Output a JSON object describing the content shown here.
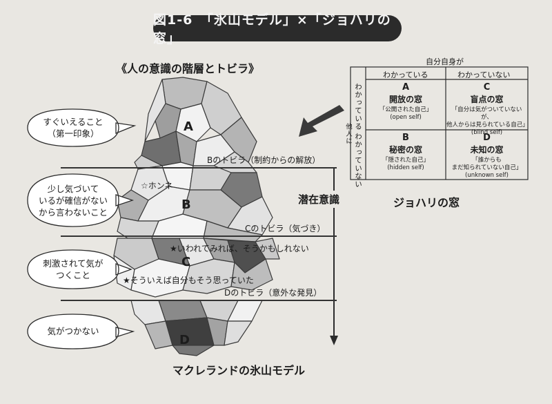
{
  "title": "図1-6　「氷山モデル」×「ジョハリの窓」",
  "iceberg": {
    "title": "《人の意識の階層とトビラ》",
    "caption": "マクレランドの氷山モデル",
    "levels": {
      "a": "A",
      "b": "B",
      "c": "C",
      "d": "D"
    },
    "doors": {
      "b": "Bのトビラ（制約からの解放）",
      "c": "Cのトビラ（気づき）",
      "d": "Dのトビラ（意外な発見）"
    },
    "annotations": {
      "honne": "☆ホンネ",
      "iware": "★いわれてみれば、そうかもしれない",
      "souieba": "★そういえば自分もそう思っていた"
    },
    "subconscious_label": "潜在意識"
  },
  "bubbles": [
    {
      "line1": "すぐいえること",
      "line2": "（第一印象）",
      "line3": ""
    },
    {
      "line1": "少し気づいて",
      "line2": "いるが確信がない",
      "line3": "から言わないこと"
    },
    {
      "line1": "刺激されて気が",
      "line2": "つくこと",
      "line3": ""
    },
    {
      "line1": "気がつかない",
      "line2": "",
      "line3": ""
    }
  ],
  "johari": {
    "caption": "ジョハリの窓",
    "top_header": "自分自身が",
    "col_knows": "わかっている",
    "col_not_knows": "わかっていない",
    "row_header": "他人に",
    "row_knows": "わかっている",
    "row_not_knows": "わかっていない",
    "cells": {
      "a": {
        "letter": "A",
        "name": "開放の窓",
        "desc1": "「公開された自己」",
        "desc2": "",
        "sub": "(open self)"
      },
      "b": {
        "letter": "B",
        "name": "秘密の窓",
        "desc1": "「隠された自己」",
        "desc2": "",
        "sub": "(hidden self)"
      },
      "c": {
        "letter": "C",
        "name": "盲点の窓",
        "desc1": "「自分は気がついていないが、",
        "desc2": "他人からは見られている自己」",
        "sub": "(blind self)"
      },
      "d": {
        "letter": "D",
        "name": "未知の窓",
        "desc1": "「誰からも",
        "desc2": "まだ知られていない自己」",
        "sub": "(unknown self)"
      }
    }
  }
}
